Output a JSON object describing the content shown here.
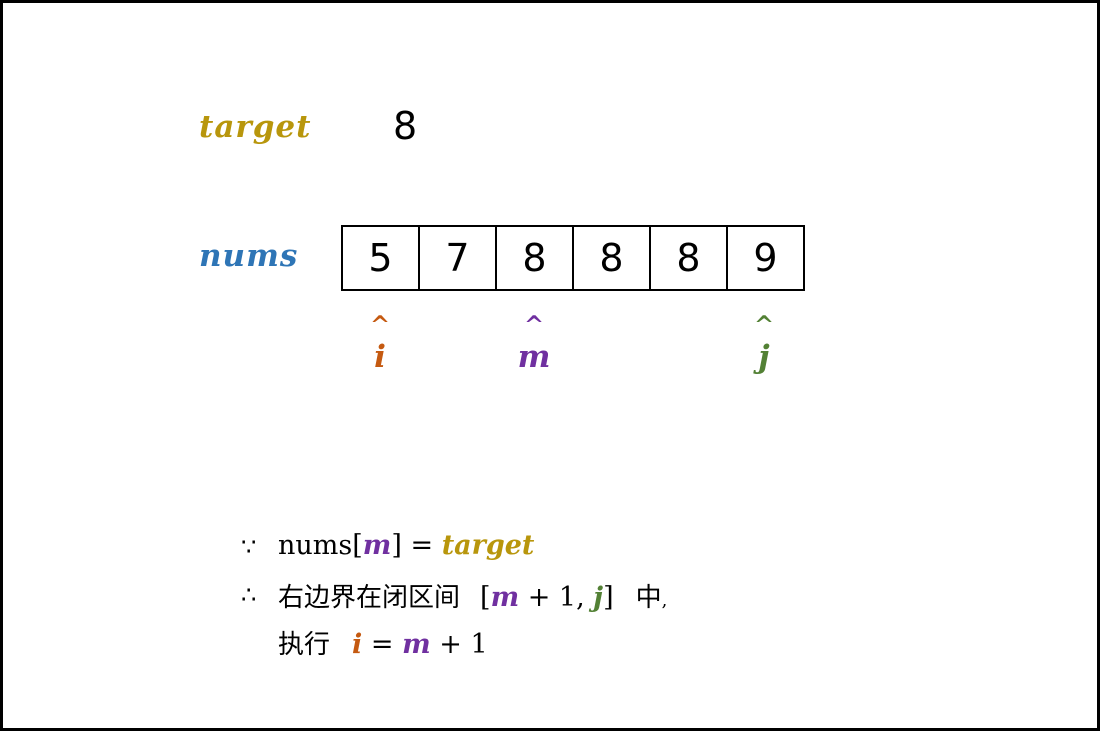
{
  "colors": {
    "target": "#b8960c",
    "nums": "#2e75b6",
    "i": "#c55a11",
    "m": "#7030a0",
    "j": "#538135"
  },
  "target": {
    "label": "target",
    "value": "8"
  },
  "nums": {
    "label": "nums",
    "values": [
      "5",
      "7",
      "8",
      "8",
      "8",
      "9"
    ]
  },
  "pointers": {
    "i": {
      "caret": "^",
      "name": "i"
    },
    "m": {
      "caret": "^",
      "name": "m"
    },
    "j": {
      "caret": "^",
      "name": "j"
    }
  },
  "explanation": {
    "because_symbol": "∵",
    "therefore_symbol": "∴",
    "line1": {
      "prefix": "nums[",
      "var": "m",
      "mid": "] = ",
      "target": "target"
    },
    "line2": {
      "text": "右边界在闭区间",
      "open": "[",
      "m": "m",
      "plus": " + 1, ",
      "j": "j",
      "close": "]",
      "tail": "中,",
      "tail_cjk": "中",
      "tail_comma": ","
    },
    "line3": {
      "text": "执行",
      "i": "i",
      "eq": " = ",
      "m": "m",
      "plus": " + 1"
    }
  }
}
